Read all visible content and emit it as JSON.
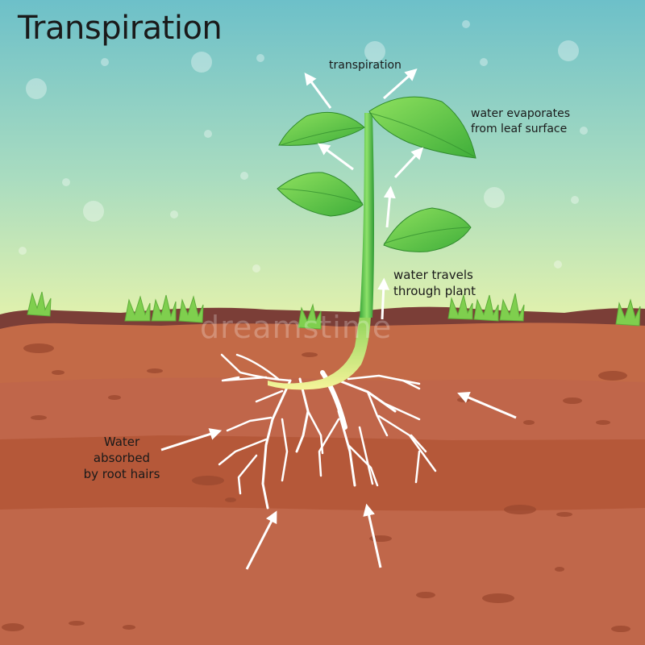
{
  "title": "Transpiration",
  "labels": {
    "transpiration": "transpiration",
    "evaporates_line1": "water evaporates",
    "evaporates_line2": "from leaf surface",
    "travels_line1": "water travels",
    "travels_line2": "through plant",
    "absorbed_line1": "Water",
    "absorbed_line2": "absorbed",
    "absorbed_line3": "by root hairs"
  },
  "watermark": "dreamstime",
  "colors": {
    "sky_top": "#6fc2c8",
    "sky_bottom": "#dcefb0",
    "soil_top": "#7a3d36",
    "soil_light": "#c46a48",
    "soil_dark": "#b65a3a",
    "leaf": "#6cc84a",
    "stem": "#3fae3a",
    "root": "#ffffff"
  }
}
